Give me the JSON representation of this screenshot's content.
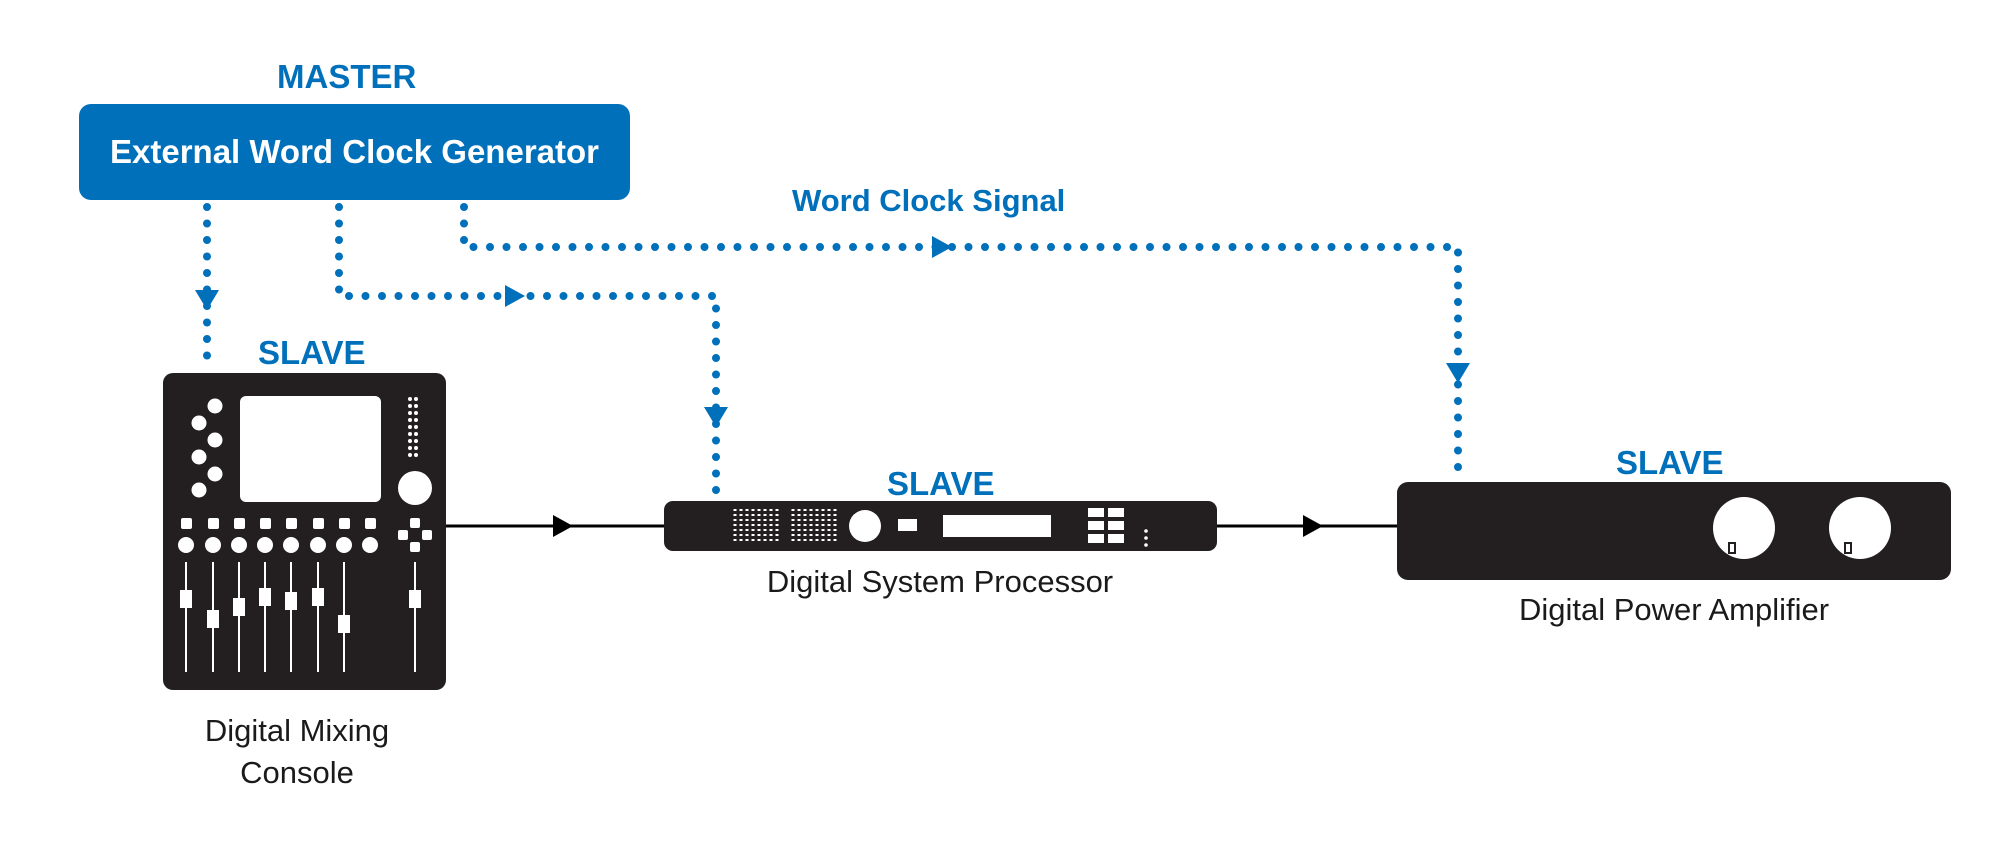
{
  "master": {
    "role_label": "MASTER",
    "device_label": "External Word Clock Generator"
  },
  "signal_label": "Word Clock Signal",
  "devices": {
    "mixer": {
      "role_label": "SLAVE",
      "caption_line1": "Digital Mixing",
      "caption_line2": "Console"
    },
    "processor": {
      "role_label": "SLAVE",
      "caption": "Digital System Processor"
    },
    "amplifier": {
      "role_label": "SLAVE",
      "caption": "Digital Power Amplifier"
    }
  },
  "colors": {
    "accent": "#0070bb",
    "device": "#231f20",
    "text": "#1a1a1a"
  }
}
